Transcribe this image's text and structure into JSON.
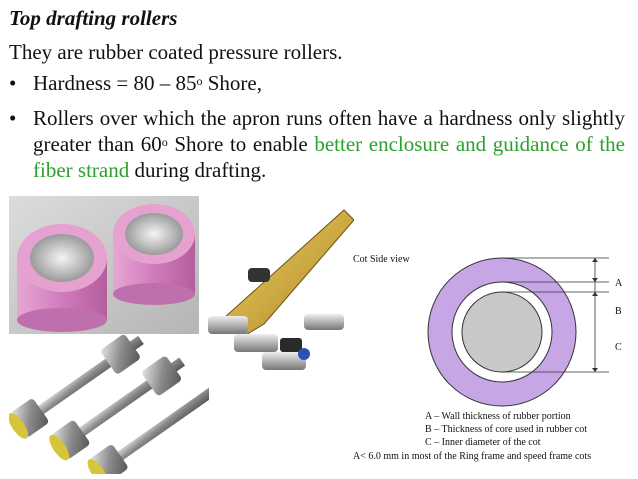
{
  "title": "Top drafting rollers",
  "intro": "They are rubber coated pressure rollers.",
  "bullet1": {
    "text": "Hardness = 80 – 85",
    "sup": "o",
    "text2": " Shore,"
  },
  "bullet2": {
    "text": "Rollers over which the apron runs often have a hardness only slightly greater than 60",
    "sup": "o",
    "text2": " Shore to enable ",
    "highlight": "better enclosure and guidance of the fiber strand",
    "text3": " during drafting."
  },
  "diagram": {
    "title": "Cot Side view",
    "labels": {
      "a": "A",
      "b": "B",
      "c": "C"
    },
    "legend": [
      "A – Wall thickness of rubber portion",
      "B – Thickness of core used in rubber cot",
      "C – Inner diameter of the cot"
    ],
    "footnote": "A< 6.0 mm in most of the Ring frame and speed frame cots"
  },
  "colors": {
    "highlight": "#2ca02c",
    "rubber": "#c7a6e6"
  }
}
